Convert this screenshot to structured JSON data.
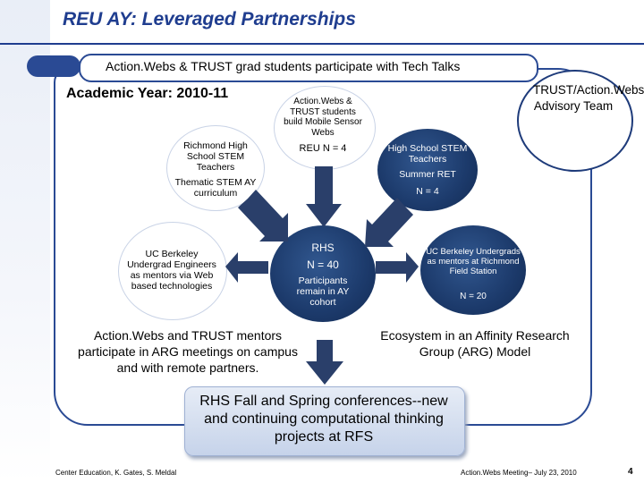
{
  "title": "REU AY: Leveraged Partnerships",
  "banner": "Action.Webs & TRUST  grad students participate with Tech Talks",
  "academic_year": "Academic Year: 2010-11",
  "nodes": {
    "richmond_high": "Richmond High School STEM Teachers",
    "thematic": "Thematic STEM AY curriculum",
    "reu_text": "Action.Webs & TRUST students build Mobile Sensor Webs",
    "reu_n": "REU N = 4",
    "hs_stem": "High School STEM Teachers",
    "summer_ret": "Summer RET",
    "hs_n": "N = 4",
    "advisory": "TRUST/Action.Webs Advisory Team",
    "ucb_grad": "UC Berkeley Undergrad Engineers as mentors via Web based technologies",
    "rhs": "RHS",
    "rhs_n": "N = 40",
    "participants": "Participants remain in AY cohort",
    "ucb_field": "UC Berkeley Undergrads as mentors at Richmond Field Station",
    "ucb_field_n": "N = 20"
  },
  "mentors_text": "Action.Webs and TRUST mentors participate in ARG meetings on campus and with remote partners.",
  "ecosystem_text": "Ecosystem in an Affinity Research Group (ARG) Model",
  "rhs_box": "RHS Fall and Spring conferences--new and continuing computational thinking projects at RFS",
  "footer": {
    "left": "Center Education, K. Gates, S. Meldal",
    "right": "Action.Webs Meeting– July 23, 2010",
    "page": "4"
  },
  "colors": {
    "brand": "#1f3d8f",
    "bubble": "#1c3a6b",
    "arrow": "#2a3f6a"
  }
}
